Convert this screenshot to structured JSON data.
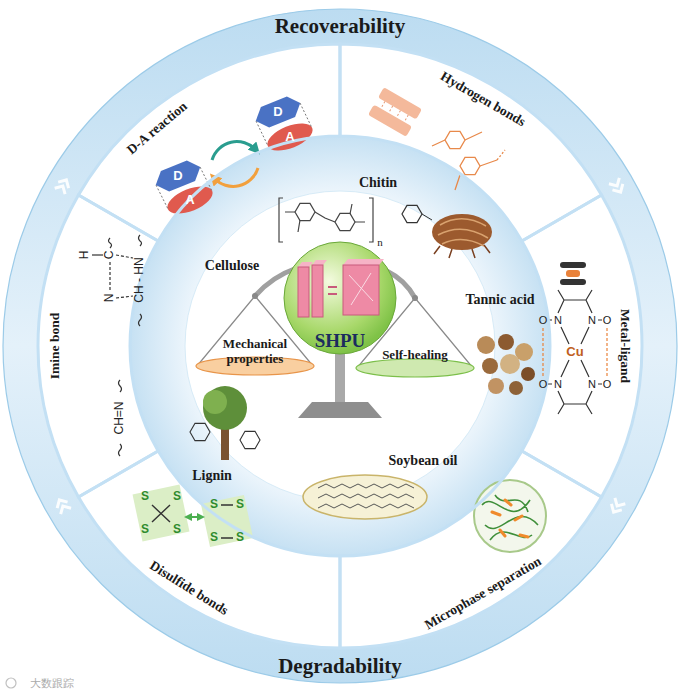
{
  "diagram": {
    "nodes": [
      {
        "text": [
          "Recoverability",
          "Degradability"
        ]
      },
      {
        "text": [
          "D-A reaction"
        ],
        "in": 0
      },
      {
        "text": [
          "Hydrogen bonds"
        ],
        "in": 0
      },
      {
        "text": [
          "Metal-ligand"
        ],
        "in": 0
      },
      {
        "text": [
          "Microphase separation"
        ],
        "in": 0
      },
      {
        "text": [
          "Disulfide bonds"
        ],
        "in": 0
      },
      {
        "text": [
          "Imine bond"
        ],
        "in": 0
      },
      {
        "text": [
          "SHPU"
        ],
        "in": 0
      },
      {
        "text": [
          "Mechanical properties"
        ],
        "in": 0
      },
      {
        "text": [
          "Self-healing"
        ],
        "in": 0
      }
    ],
    "labels": [
      "Cellulose",
      "Chitin",
      "Tannic acid",
      "Lignin",
      "Soybean oil",
      "D",
      "A",
      "D",
      "A",
      "H",
      "C",
      "N",
      "CH - HN",
      "CH=N",
      "O",
      "N",
      "N",
      "O",
      "Cu",
      "O",
      "N",
      "N",
      "O",
      "S",
      "S",
      "S",
      "S",
      "S",
      "S",
      "S",
      "S",
      "n",
      "大数跟踪"
    ]
  }
}
